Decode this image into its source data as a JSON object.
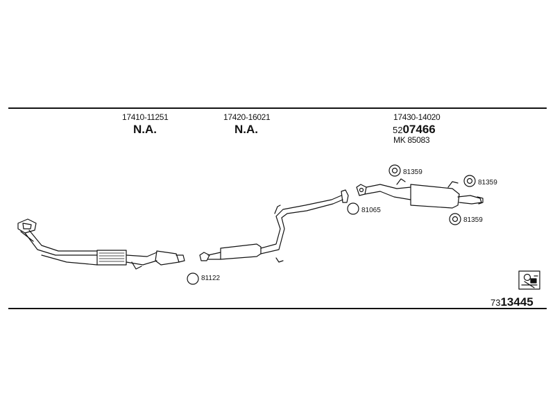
{
  "parts": [
    {
      "number": "17410-11251",
      "status": "N.A."
    },
    {
      "number": "17420-16021",
      "status": "N.A."
    },
    {
      "number": "17430-14020",
      "ref_prefix": "52",
      "ref_main": "07466",
      "alt_ref": "MK  85083"
    }
  ],
  "callouts": {
    "gasket_front": "81122",
    "gasket_mid": "81065",
    "hanger_top_left": "81359",
    "hanger_top_right": "81359",
    "hanger_bottom": "81359"
  },
  "footer": {
    "code_prefix": "73",
    "code_main": "13445"
  },
  "icons": {
    "hanger": "ring-hanger-icon",
    "gasket": "ring-gasket-icon",
    "logo": "bosal-logo-icon"
  }
}
